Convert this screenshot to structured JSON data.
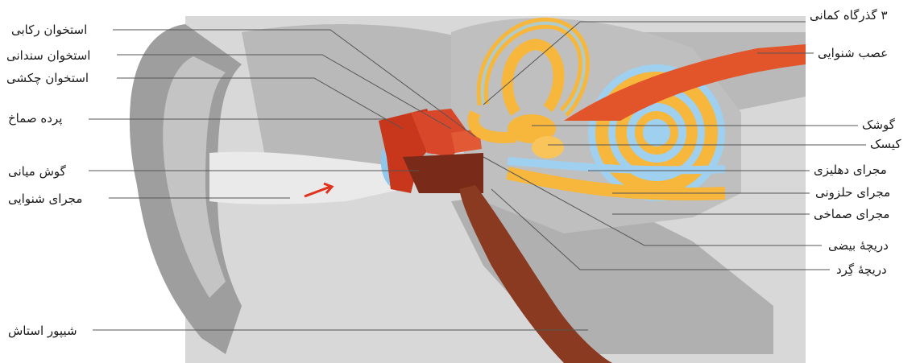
{
  "labels": {
    "stapes": "استخوان رکابی",
    "incus": "استخوان سندانی",
    "malleus": "استخوان چکشی",
    "eardrum": "پرده صماخ",
    "middle_ear": "گوش میانی",
    "ear_canal": "مجرای شنوایی",
    "eustachian_tube": "شیپور استاش",
    "semicircular_canals": "۳ گذرگاه کمانی",
    "auditory_nerve": "عصب شنوایی",
    "utricle": "گوشک",
    "saccule": "کیسک",
    "vestibular_duct": "مجرای دهلیزی",
    "cochlear_duct": "مجرای حلزونی",
    "tympanic_duct": "مجرای صماخی",
    "oval_window": "دریچهٔ بیضی",
    "round_window": "دریچهٔ گِرد"
  },
  "colors": {
    "bone": "#c9c9c9",
    "skin": "#a9a9a9",
    "ossicles": "#c8361b",
    "labyrinth": "#f6b73c",
    "perilymph": "#9fd0ef",
    "nerve": "#e2542a",
    "tube": "#8a3a20"
  }
}
